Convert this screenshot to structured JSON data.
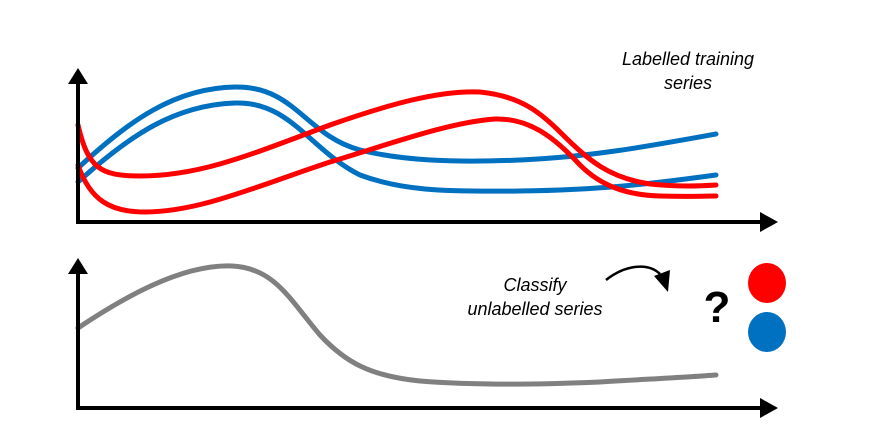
{
  "captions": {
    "training_line1": "Labelled training",
    "training_line2": "series",
    "classify_line1": "Classify",
    "classify_line2": "unlabelled series",
    "question": "?"
  },
  "colors": {
    "red_class": "#ff0000",
    "blue_class": "#0070c0",
    "unlabelled_series": "#808080",
    "axes": "#000000"
  },
  "icons": {
    "axis_arrows": "arrow-head-icon",
    "curved_arrow": "curved-arrow-icon"
  }
}
